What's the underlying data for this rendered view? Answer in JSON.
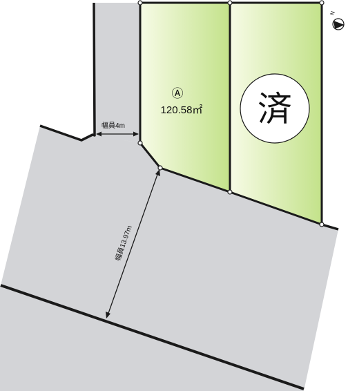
{
  "lots": [
    {
      "id": "lot-a",
      "mark": "Ⓐ",
      "area": "120.58㎡",
      "status": "available"
    },
    {
      "id": "lot-b",
      "mark": "済",
      "status": "sold"
    }
  ],
  "roads": [
    {
      "id": "road-north",
      "width_label": "幅員4m"
    },
    {
      "id": "road-south",
      "width_label": "幅員13.97m"
    }
  ],
  "compass": {
    "north_label": "N"
  },
  "colors": {
    "road": "#d3d4d7",
    "lot_fill_light": "#f7fbe6",
    "lot_fill_dark": "#c3e28a",
    "line": "#1a1a1a",
    "sold_circle": "#ffffff"
  }
}
